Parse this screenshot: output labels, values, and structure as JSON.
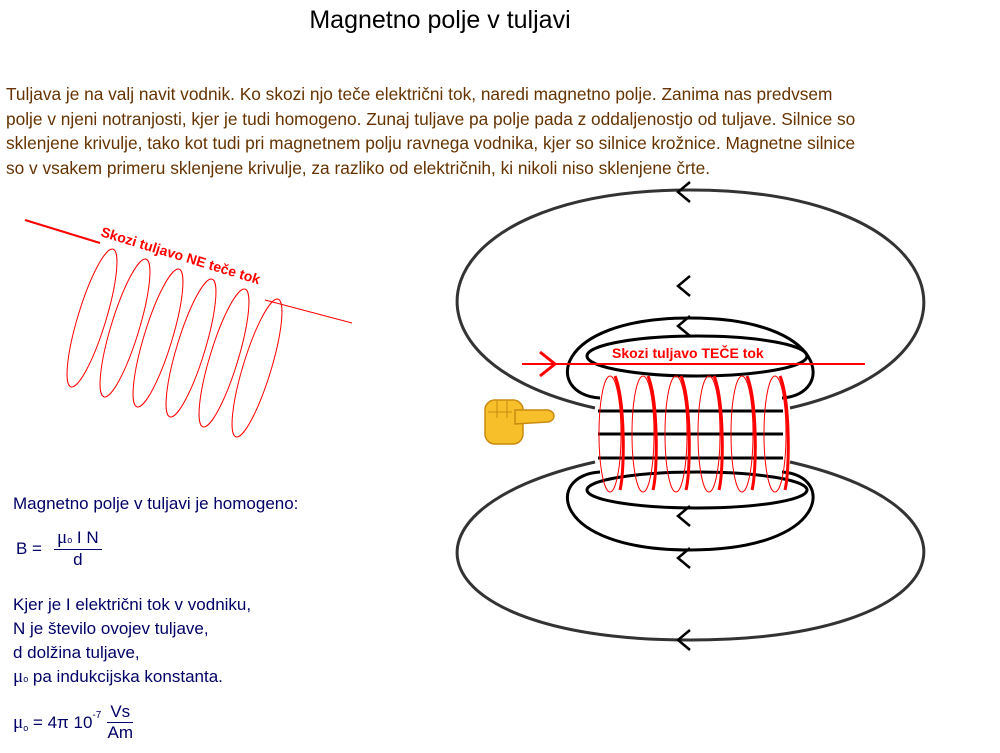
{
  "title": "Magnetno polje v tuljavi",
  "intro_lines": [
    "Tuljava je na valj navit vodnik. Ko skozi njo teče električni tok, naredi magnetno polje. Zanima nas predvsem",
    "polje v njeni notranjosti, kjer je tudi homogeno. Zunaj tuljave pa polje pada z oddaljenostjo od tuljave. Silnice so",
    "sklenjene krivulje, tako kot tudi pri magnetnem polju ravnega vodnika, kjer so silnice krožnice. Magnetne silnice",
    "so v vsakem primeru sklenjene krivulje, za razliko od električnih, ki nikoli niso sklenjene črte."
  ],
  "diagram": {
    "no_current_label": "Skozi tuljavo NE teče tok",
    "current_label": "Skozi tuljavo TEČE tok",
    "hand_icon": "thumb-right-hand",
    "coil_color": "#ff0000",
    "field_color": "#000000"
  },
  "formula": {
    "heading": "Magnetno polje v tuljavi je homogeno:",
    "lhs": "B =",
    "mu": "μ",
    "mu_sub": "o",
    "numerator_rest": " I N",
    "denominator": "d",
    "explain_lines": [
      "Kjer je I električni tok v vodniku,",
      "N je število ovojev tuljave,",
      "d dolžina tuljave,"
    ],
    "explain_last": " pa indukcijska konstanta.",
    "constant_eq": " = 4π 10",
    "constant_exp": "-7",
    "unit_num": "Vs",
    "unit_den": "Am"
  }
}
